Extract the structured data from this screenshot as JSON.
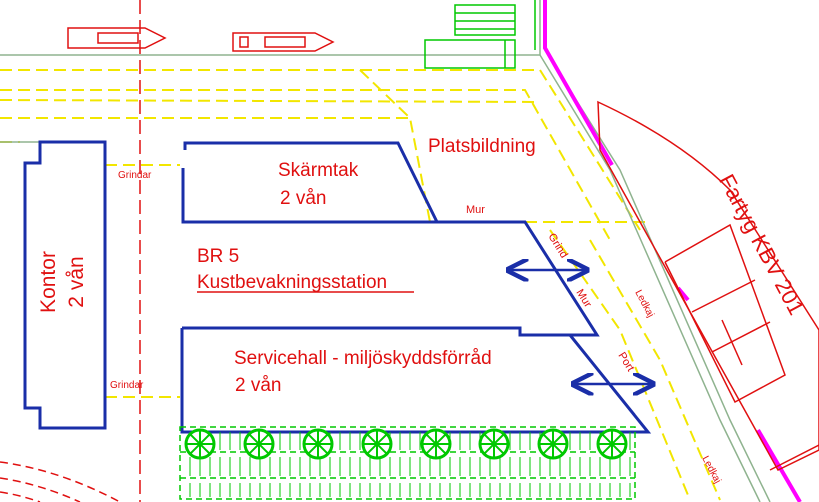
{
  "colors": {
    "red": "#e01010",
    "blue": "#1a2ea8",
    "green": "#00c800",
    "yellow": "#f2e600",
    "magenta": "#ff00ff",
    "gray_green": "#8fb38f"
  },
  "buildings": {
    "kontor": {
      "name": "Kontor",
      "floors": "2 vån"
    },
    "skarmtak": {
      "name": "Skärmtak",
      "floors": "2 vån"
    },
    "servicehall": {
      "name": "Servicehall - miljöskyddsförråd",
      "floors": "2 vån"
    }
  },
  "site": {
    "code": "BR 5",
    "name": "Kustbevakningsstation",
    "square": "Platsbildning"
  },
  "vessel": {
    "name": "Fartyg KBV 201"
  },
  "labels": {
    "grindar_top": "Grindar",
    "grindar_bottom": "Grindar",
    "mur_top": "Mur",
    "mur_side": "Mur",
    "grind": "Grind",
    "port": "Port",
    "ledkaj_upper": "Ledkaj",
    "ledkaj_lower": "Ledkaj"
  },
  "icons": {
    "tree": "tree-symbol-icon",
    "boat": "boat-symbol-icon",
    "arrow": "double-arrow-icon"
  }
}
